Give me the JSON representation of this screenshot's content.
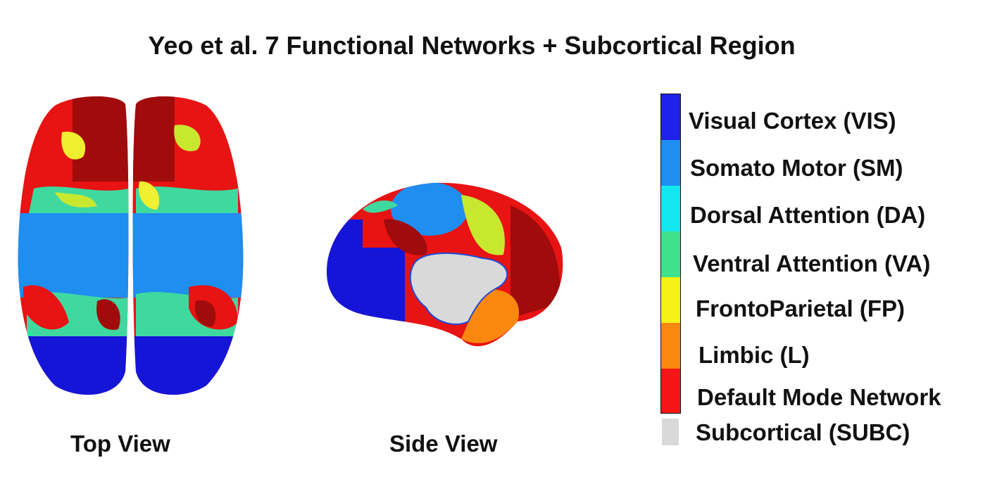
{
  "title": "Yeo et al. 7 Functional Networks + Subcortical Region",
  "views": {
    "top": "Top View",
    "side": "Side View"
  },
  "legend": [
    {
      "label": "Visual Cortex (VIS)",
      "color": "#1f22e8"
    },
    {
      "label": "Somato Motor (SM)",
      "color": "#1e8ef0"
    },
    {
      "label": "Dorsal Attention (DA)",
      "color": "#14e7ef"
    },
    {
      "label": "Ventral Attention (VA)",
      "color": "#40e18c"
    },
    {
      "label": "FrontoParietal (FP)",
      "color": "#f4f218"
    },
    {
      "label": "Limbic (L)",
      "color": "#fa8710"
    },
    {
      "label": "Default Mode Network",
      "color": "#f41616"
    }
  ],
  "subcortical": {
    "label": "Subcortical (SUBC)",
    "color": "#d9d9d9"
  }
}
